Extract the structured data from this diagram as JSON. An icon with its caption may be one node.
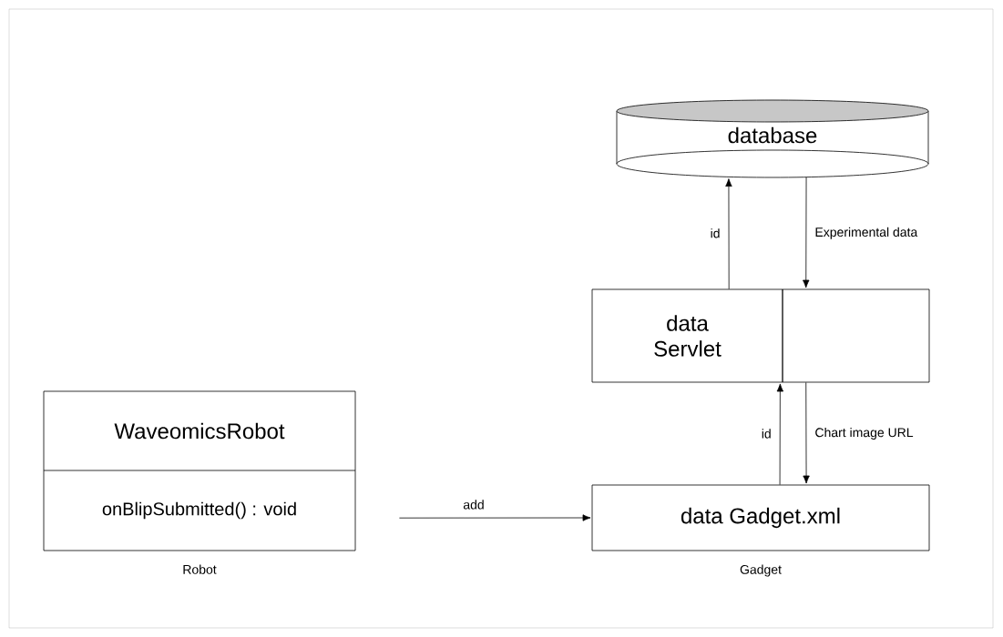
{
  "diagram": {
    "nodes": [
      {
        "text": [
          "database"
        ]
      },
      {
        "text": [
          "data Servlet"
        ]
      },
      {
        "text": [],
        "shape": "box"
      },
      {
        "text": [
          "WaveomicsRobot",
          "onBlipSubmitted() : void"
        ],
        "beside": [
          "Robot"
        ]
      },
      {
        "text": [
          "data Gadget.xml"
        ],
        "beside": [
          "Gadget"
        ]
      }
    ],
    "edges": [
      {
        "from": 1,
        "to": 0,
        "arrow": "to",
        "label": "id"
      },
      {
        "from": 0,
        "to": 2,
        "arrow": "to",
        "label": "Experimental data"
      },
      {
        "from": 4,
        "to": 1,
        "arrow": "to",
        "label": "id"
      },
      {
        "from": 2,
        "to": 4,
        "arrow": "to",
        "label": "Chart image URL"
      },
      {
        "from": 3,
        "to": 4,
        "arrow": "to",
        "label": "add"
      }
    ]
  }
}
